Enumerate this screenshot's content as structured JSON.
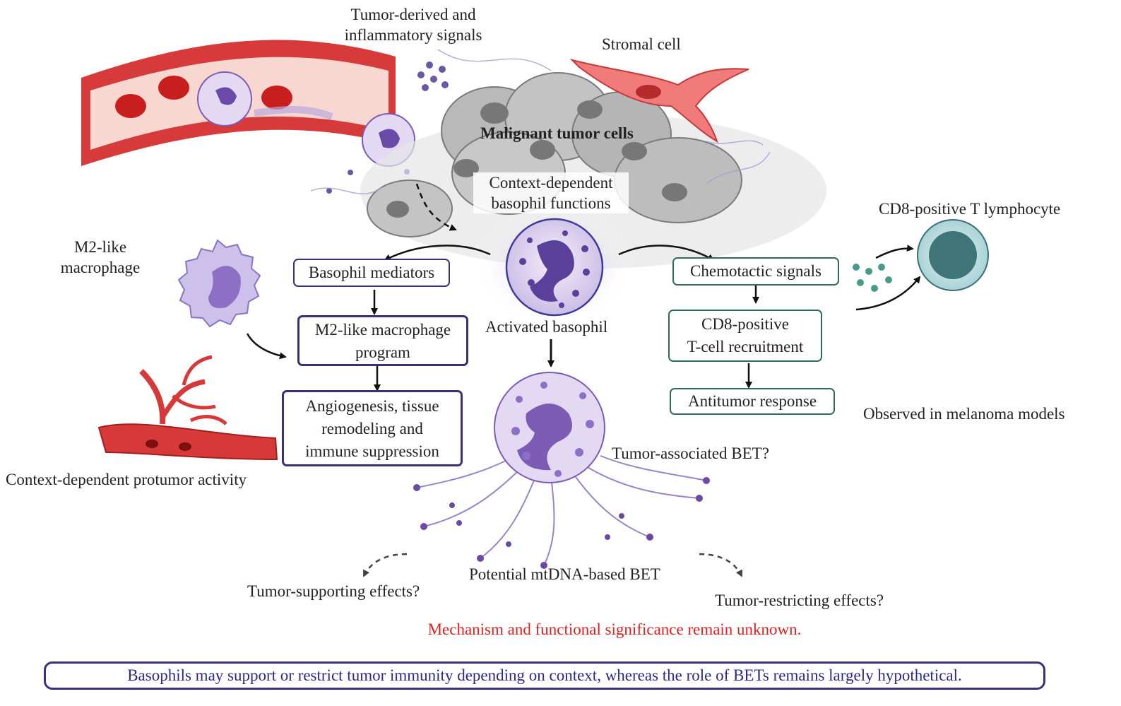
{
  "labels": {
    "tumor_signals": [
      "Tumor-derived and",
      "inflammatory signals"
    ],
    "stromal_cell": "Stromal cell",
    "malignant": "Malignant tumor cells",
    "context_functions": [
      "Context-dependent",
      "basophil functions"
    ],
    "m2_macrophage": [
      "M2-like",
      "macrophage"
    ],
    "cd8_lymphocyte": "CD8-positive T lymphocyte",
    "activated_basophil": "Activated basophil",
    "protumor": "Context-dependent protumor activity",
    "melanoma": "Observed in melanoma models",
    "tumor_bet": "Tumor-associated BET?",
    "mtdna_bet": "Potential mtDNA-based BET",
    "supporting": "Tumor-supporting effects?",
    "restricting": "Tumor-restricting effects?"
  },
  "boxes": {
    "mediators": "Basophil mediators",
    "m2_program": [
      "M2-like macrophage",
      "program"
    ],
    "angiogenesis": [
      "Angiogenesis, tissue",
      "remodeling and",
      "immune suppression"
    ],
    "chemotactic": "Chemotactic signals",
    "cd8_recruitment": [
      "CD8-positive",
      "T-cell recruitment"
    ],
    "antitumor": "Antitumor response"
  },
  "warning": "Mechanism and functional significance remain unknown.",
  "footer": "Basophils may support or restrict tumor immunity depending on context, whereas the role of BETs remains largely hypothetical.",
  "colors": {
    "protumor_border": "#3b2f77",
    "antitumor_border": "#2f6e52",
    "warning": "#e02020",
    "footer_text": "#2b2a8a"
  }
}
